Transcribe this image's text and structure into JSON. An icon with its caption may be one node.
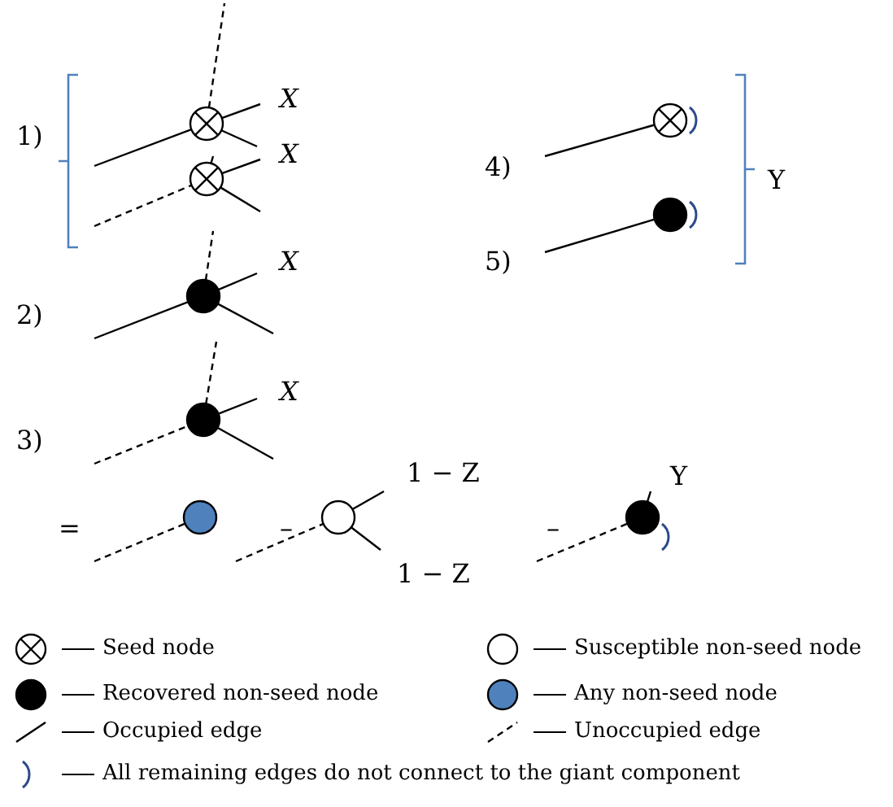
{
  "diagram": {
    "nodes": [
      {
        "text": [],
        "shape": "circle"
      },
      {
        "text": [],
        "shape": "circle"
      },
      {
        "text": [],
        "shape": "circle"
      },
      {
        "text": [],
        "shape": "circle"
      },
      {
        "text": [],
        "shape": "circle"
      },
      {
        "text": [],
        "shape": "circle"
      },
      {
        "text": [],
        "shape": "circle"
      },
      {
        "text": [],
        "shape": "circle"
      },
      {
        "text": [],
        "shape": "circle"
      }
    ],
    "edges": [
      {
        "from": null,
        "to": 0,
        "arrow": "none"
      },
      {
        "from": 0,
        "to": null,
        "arrow": "none",
        "style": "dashed"
      },
      {
        "from": 0,
        "to": null,
        "arrow": "none"
      },
      {
        "from": 0,
        "to": null,
        "arrow": "none"
      },
      {
        "from": null,
        "to": 1,
        "arrow": "none",
        "style": "dashed"
      },
      {
        "from": 1,
        "to": null,
        "arrow": "none"
      },
      {
        "from": 1,
        "to": null,
        "arrow": "none"
      },
      {
        "from": 1,
        "to": null,
        "arrow": "none"
      },
      {
        "from": null,
        "to": 2,
        "arrow": "none"
      },
      {
        "from": 2,
        "to": null,
        "arrow": "none",
        "style": "dashed"
      },
      {
        "from": 2,
        "to": null,
        "arrow": "none"
      },
      {
        "from": 2,
        "to": null,
        "arrow": "none"
      },
      {
        "from": null,
        "to": 3,
        "arrow": "none",
        "style": "dashed"
      },
      {
        "from": 3,
        "to": null,
        "arrow": "none",
        "style": "dashed"
      },
      {
        "from": 3,
        "to": null,
        "arrow": "none"
      },
      {
        "from": 3,
        "to": null,
        "arrow": "none"
      },
      {
        "from": null,
        "to": 4,
        "arrow": "none",
        "style": "dashed"
      },
      {
        "from": null,
        "to": 5,
        "arrow": "none",
        "style": "dashed"
      },
      {
        "from": 5,
        "to": null,
        "arrow": "none"
      },
      {
        "from": 5,
        "to": null,
        "arrow": "none"
      },
      {
        "from": null,
        "to": 6,
        "arrow": "none",
        "style": "dashed"
      },
      {
        "from": 6,
        "to": null,
        "arrow": "none"
      },
      {
        "from": null,
        "to": 7,
        "arrow": "none"
      },
      {
        "from": null,
        "to": 8,
        "arrow": "none"
      }
    ],
    "labels": [
      "1)",
      "X",
      "X",
      "4)",
      "Y",
      "5)",
      "2)",
      "X",
      "3)",
      "X",
      "=",
      "–",
      "1 − Z",
      "–",
      "Y",
      "1 − Z"
    ],
    "legend": [
      {
        "text": "Seed node"
      },
      {
        "text": "Susceptible non-seed node"
      },
      {
        "text": "Recovered non-seed node"
      },
      {
        "text": "Any non-seed node"
      },
      {
        "text": "Occupied edge"
      },
      {
        "text": "Unoccupied edge"
      },
      {
        "text": "All remaining edges do not connect to the giant component"
      }
    ]
  }
}
